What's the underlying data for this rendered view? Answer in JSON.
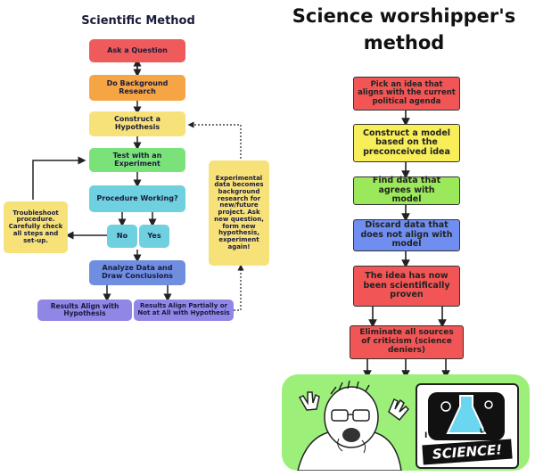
{
  "left": {
    "title": "Scientific Method",
    "steps": {
      "ask": "Ask a Question",
      "background": "Do Background Research",
      "hypothesis": "Construct a Hypothesis",
      "experiment": "Test with an Experiment",
      "working": "Procedure Working?",
      "no": "No",
      "yes": "Yes",
      "analyze": "Analyze Data and Draw Conclusions",
      "align": "Results Align with Hypothesis",
      "partial": "Results Align Partially or Not at All with Hypothesis"
    },
    "troubleshoot": "Troubleshoot procedure. Carefully check all steps and set-up.",
    "feedback": "Experimental data becomes background research for new/future project. Ask new question, form new hypothesis, experiment again!"
  },
  "right": {
    "title_line1": "Science worshipper's",
    "title_line2": "method",
    "steps": {
      "pick": "Pick an idea that aligns with the current political agenda",
      "model": "Construct a model based on the preconceived idea",
      "find": "Find data that agrees with model",
      "discard": "Discard data that does not align with model",
      "proven": "The idea has now been scientifically proven",
      "eliminate": "Eliminate all sources of criticism (science deniers)"
    },
    "meme_sign_line1": "I",
    "meme_sign_line2": "LOVE",
    "meme_sign_line3": "SCIENCE!"
  },
  "colors": {
    "red": "#ef5a5a",
    "orange": "#f5a544",
    "yellow": "#f7e27a",
    "green": "#7be27a",
    "teal": "#6fd0e0",
    "blue": "#6f8ee0",
    "purple": "#8f86e6",
    "right_red": "#f25555",
    "right_yellow": "#f7ee5a",
    "right_green": "#9be85a",
    "right_blue": "#6f8ef0",
    "meme_green": "#9cf07a"
  }
}
